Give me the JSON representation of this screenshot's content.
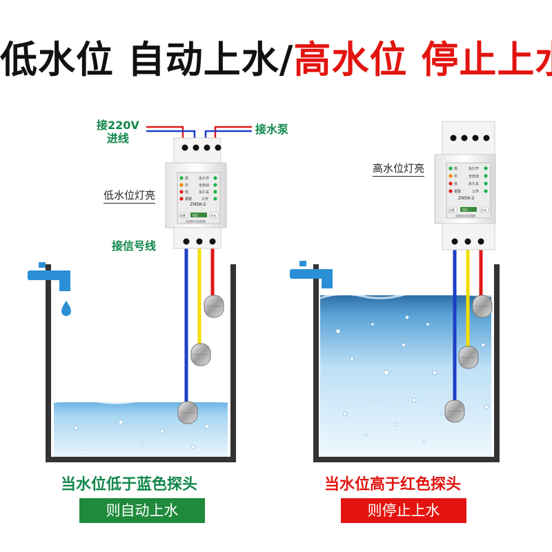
{
  "title": {
    "part1": "低水位 自动上水/",
    "part2": "高水位 停止上水"
  },
  "left": {
    "power_label_1": "接220V",
    "power_label_2": "进线",
    "pump_label": "接水泵",
    "indicator_label": "低水位灯亮",
    "signal_label": "接信号线",
    "caption": "当水位低于蓝色探头",
    "badge": "则自动上水"
  },
  "right": {
    "indicator_label": "高水位灯亮",
    "caption": "当水位高于红色探头",
    "badge": "则停止上水"
  },
  "device": {
    "model": "ZNSK-2",
    "brand": "QJC",
    "row_labels": [
      "高",
      "中",
      "低",
      "报警"
    ],
    "mode_labels": [
      "永久开",
      "全自动",
      "永久关",
      "工作"
    ],
    "btn_left": "设置",
    "btn_right": "开关",
    "footer": "全智能水位控制器"
  },
  "colors": {
    "green": "#10874a",
    "red": "#e3140f",
    "badge_green": "#1f8a3b",
    "badge_red": "#e3140f",
    "wire_blue": "#1d3fc7",
    "wire_red": "#e01818",
    "wire_yellow": "#f2dc00",
    "faucet": "#2b8fd6",
    "tank": "#333333"
  }
}
